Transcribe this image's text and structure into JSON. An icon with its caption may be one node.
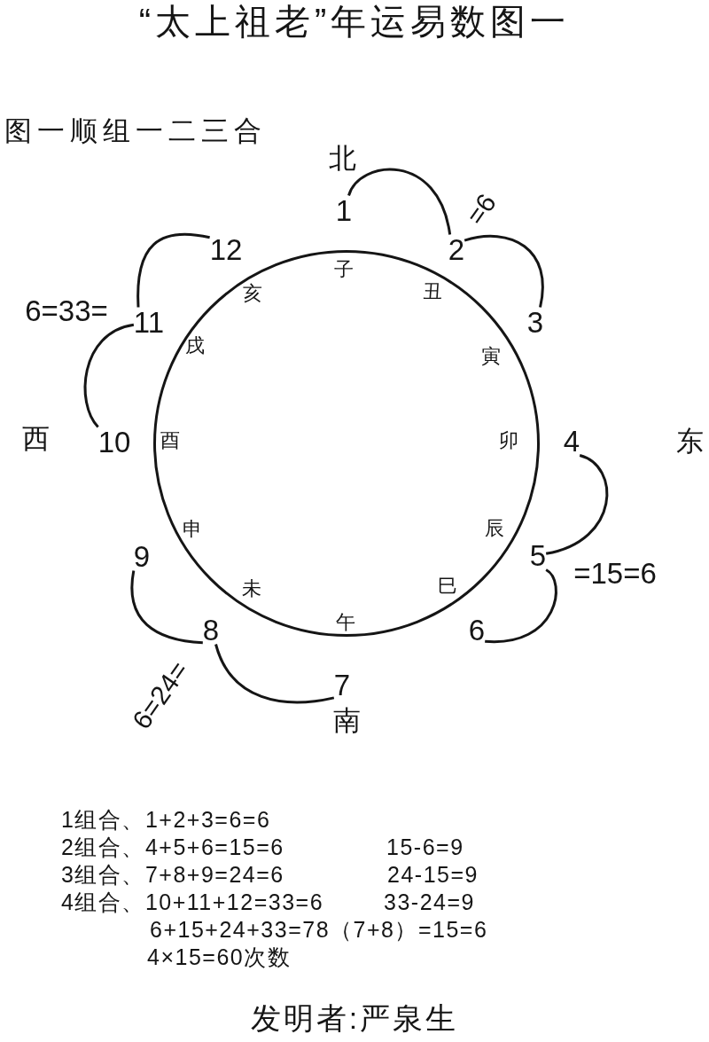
{
  "diagram": {
    "title": "“太上祖老”年运易数图一",
    "nodes": [
      {
        "text": [
          "子",
          "丑",
          "寅",
          "卯",
          "辰",
          "巳",
          "午",
          "未",
          "申",
          "酉",
          "戌",
          "亥"
        ]
      },
      {
        "text": [
          "1"
        ]
      },
      {
        "text": [
          "2"
        ],
        "beside": [
          "=6"
        ]
      },
      {
        "text": [
          "3"
        ]
      },
      {
        "text": [
          "4"
        ]
      },
      {
        "text": [
          "5"
        ],
        "beside": [
          "=15=6"
        ]
      },
      {
        "text": [
          "6"
        ]
      },
      {
        "text": [
          "7"
        ]
      },
      {
        "text": [
          "8"
        ],
        "beside": [
          "6=24="
        ]
      },
      {
        "text": [
          "9"
        ]
      },
      {
        "text": [
          "10"
        ]
      },
      {
        "text": [
          "11"
        ],
        "beside": [
          "6=33="
        ]
      },
      {
        "text": [
          "12"
        ]
      }
    ],
    "edges": [
      {
        "from": 1,
        "to": 2,
        "arrow": "none"
      },
      {
        "from": 2,
        "to": 3,
        "arrow": "none"
      },
      {
        "from": 4,
        "to": 5,
        "arrow": "none"
      },
      {
        "from": 5,
        "to": 6,
        "arrow": "none"
      },
      {
        "from": 7,
        "to": 8,
        "arrow": "none"
      },
      {
        "from": 8,
        "to": 9,
        "arrow": "none"
      },
      {
        "from": 10,
        "to": 11,
        "arrow": "none"
      },
      {
        "from": 11,
        "to": 12,
        "arrow": "none"
      }
    ],
    "labels": [
      "图一顺组一二三合",
      "北",
      "西",
      "东",
      "南",
      "1组合、1+2+3=6=6",
      "2组合、4+5+6=15=6",
      "15-6=9",
      "3组合、7+8+9=24=6",
      "24-15=9",
      "4组合、10+11+12=33=6",
      "33-24=9",
      "6+15+24+33=78（7+8）=15=6",
      "4×15=60次数",
      "发明者:严泉生"
    ]
  }
}
